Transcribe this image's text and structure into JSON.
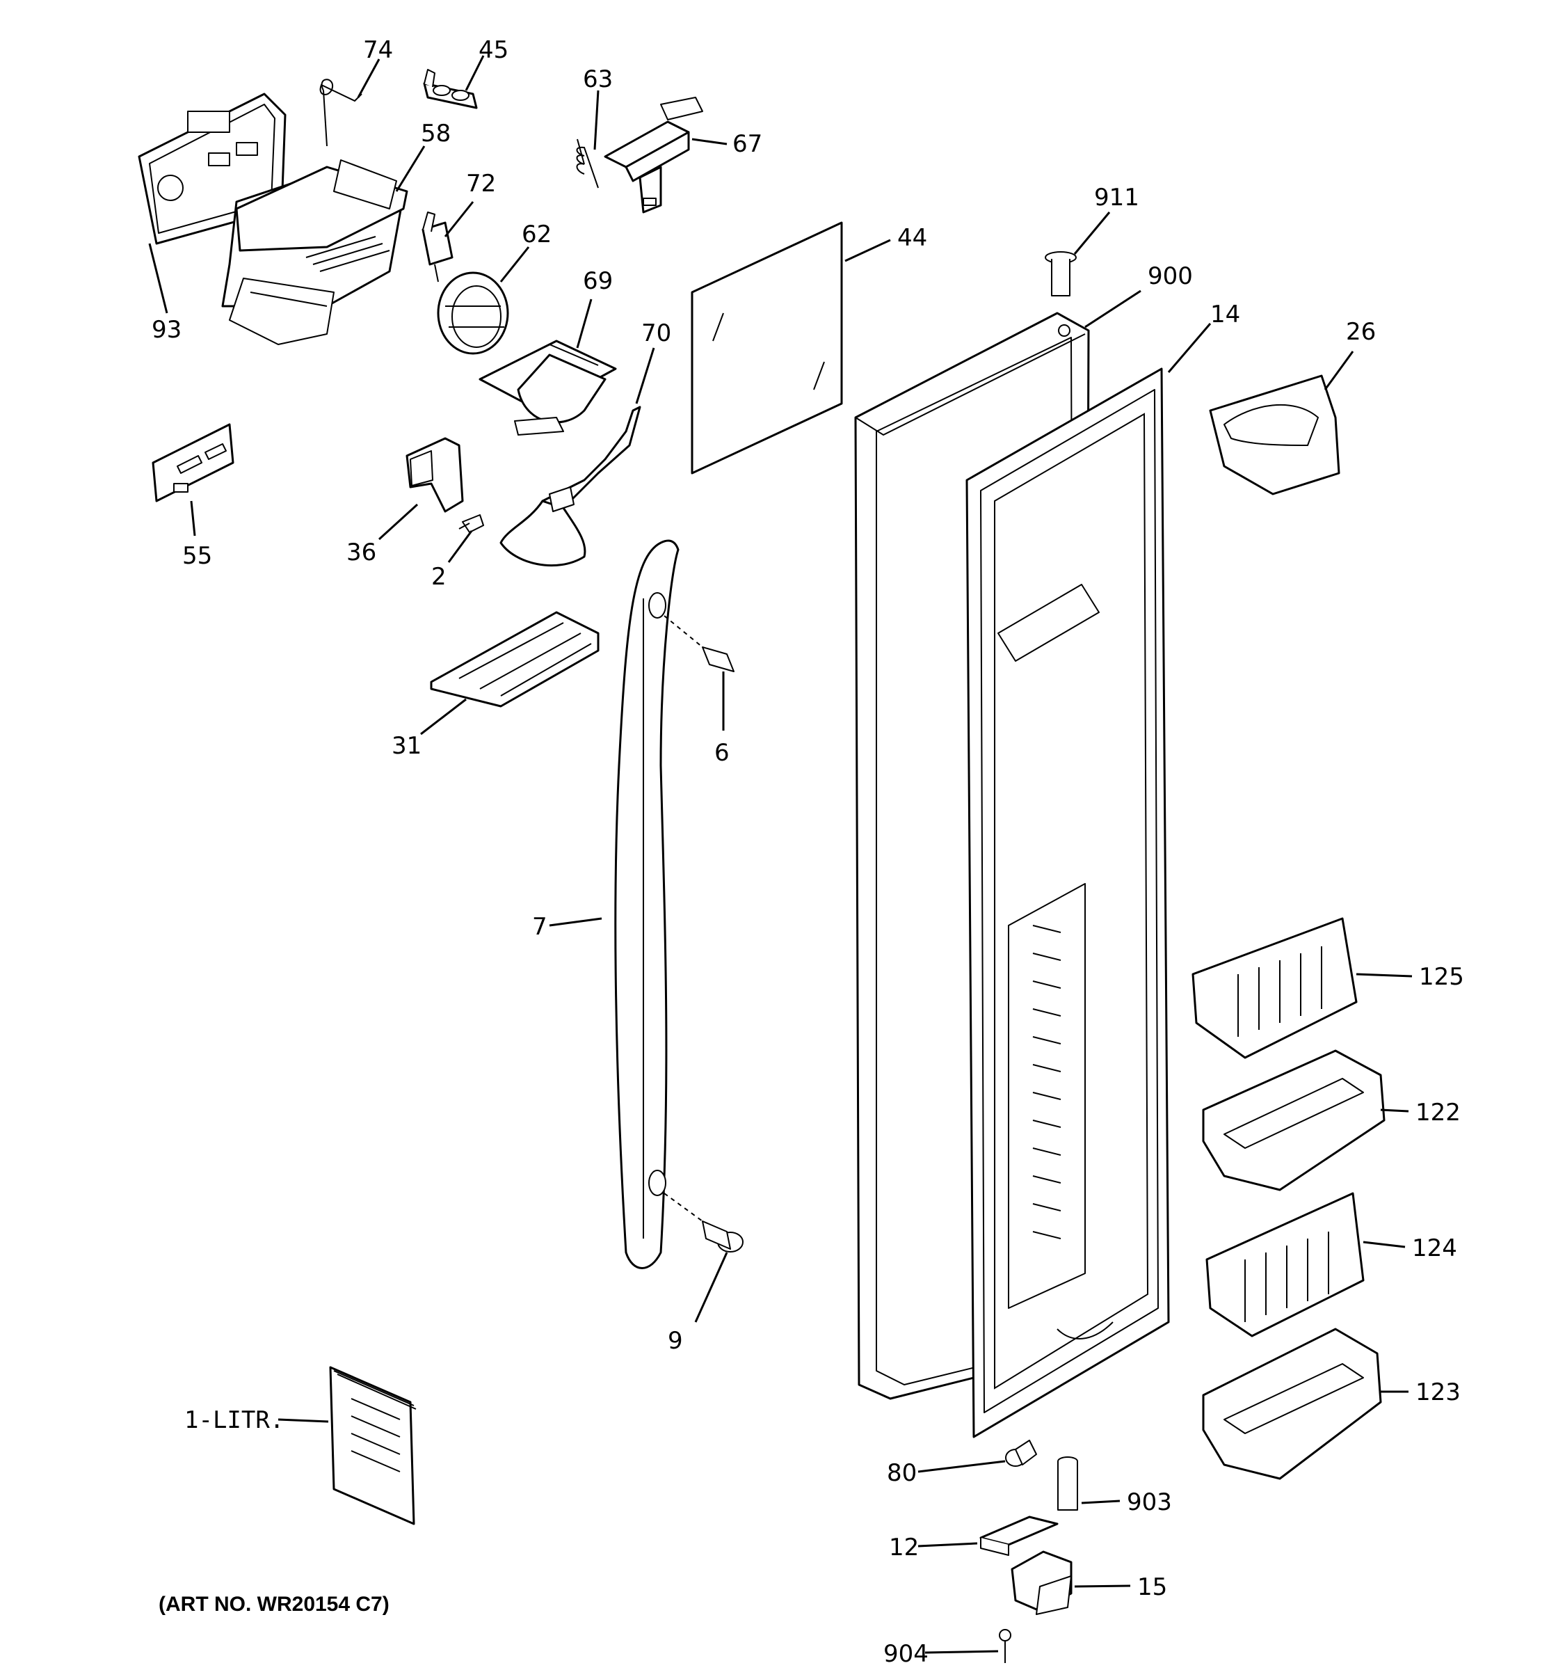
{
  "art_number": "(ART NO. WR20154 C7)",
  "callouts": {
    "p74": "74",
    "p45": "45",
    "p63": "63",
    "p67": "67",
    "p58": "58",
    "p72": "72",
    "p62": "62",
    "p93": "93",
    "p69": "69",
    "p70": "70",
    "p44": "44",
    "p911": "911",
    "p900": "900",
    "p14": "14",
    "p26": "26",
    "p55": "55",
    "p36": "36",
    "p2": "2",
    "p31": "31",
    "p6": "6",
    "p7": "7",
    "p125": "125",
    "p122": "122",
    "p124": "124",
    "p9": "9",
    "p123": "123",
    "p1litr": "1-LITR.",
    "p80": "80",
    "p903": "903",
    "p12": "12",
    "p15": "15",
    "p904": "904"
  }
}
